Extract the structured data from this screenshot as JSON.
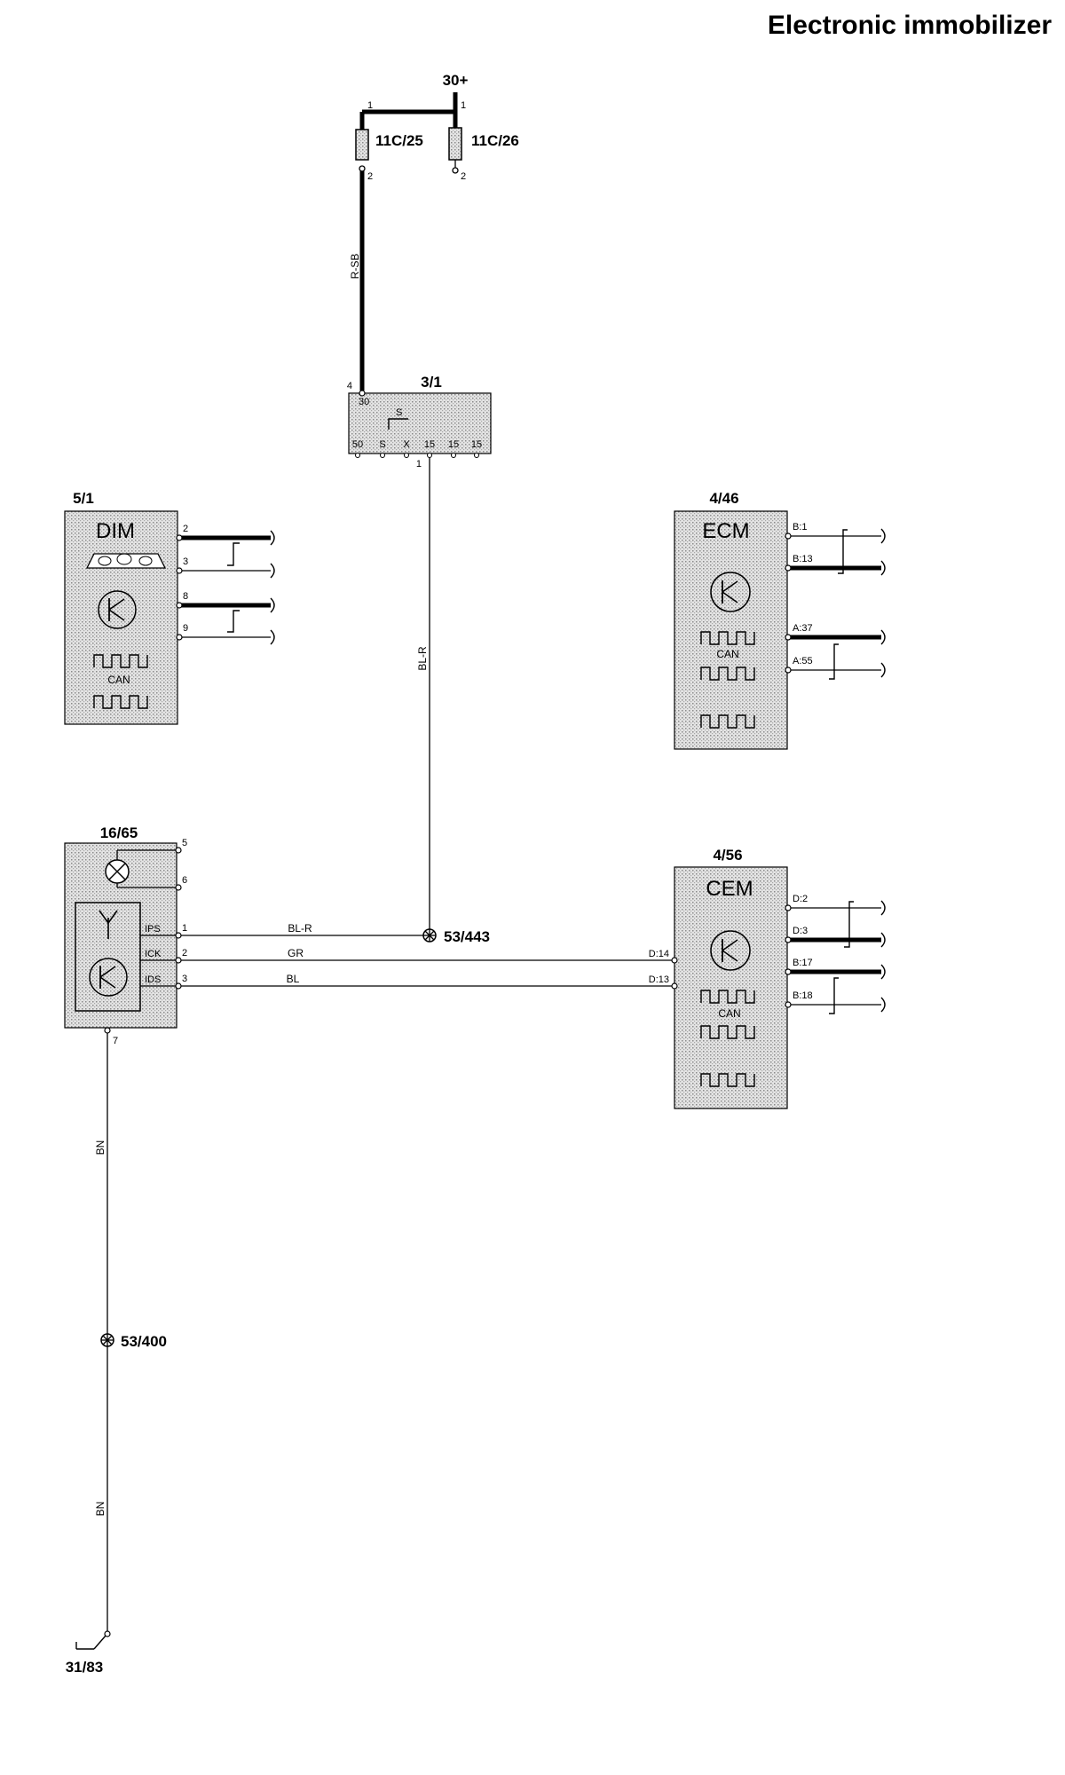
{
  "title": "Electronic immobilizer",
  "supply": {
    "label": "30+"
  },
  "fuses": [
    {
      "ref": "11C/25",
      "pin_top": "1",
      "pin_bottom": "2"
    },
    {
      "ref": "11C/26",
      "pin_top": "1",
      "pin_bottom": "2"
    }
  ],
  "relay": {
    "ref": "3/1",
    "pin_in": "4",
    "pin_out": "1",
    "top_label": "30",
    "inner_label": "S",
    "terminals": [
      "50",
      "S",
      "X",
      "15",
      "15",
      "15"
    ]
  },
  "dim": {
    "ref": "5/1",
    "name": "DIM",
    "can_label": "CAN",
    "pins": [
      "2",
      "3",
      "8",
      "9"
    ]
  },
  "ecm": {
    "ref": "4/46",
    "name": "ECM",
    "can_label": "CAN",
    "pins": [
      "B:1",
      "B:13",
      "A:37",
      "A:55"
    ]
  },
  "immobilizer": {
    "ref": "16/65",
    "pins": [
      "5",
      "6",
      "1",
      "2",
      "3",
      "7"
    ],
    "signals": [
      "IPS",
      "ICK",
      "IDS"
    ]
  },
  "cem": {
    "ref": "4/56",
    "name": "CEM",
    "can_label": "CAN",
    "in_pins": [
      "D:14",
      "D:13"
    ],
    "pins": [
      "D:2",
      "D:3",
      "B:17",
      "B:18"
    ]
  },
  "wires": {
    "fuse_to_relay": "R-SB",
    "relay_to_splice": "BL-R",
    "ips": "BL-R",
    "ick": "GR",
    "ids": "BL",
    "ground_upper": "BN",
    "ground_lower": "BN"
  },
  "splices": [
    "53/443",
    "53/400"
  ],
  "ground": {
    "ref": "31/83"
  }
}
